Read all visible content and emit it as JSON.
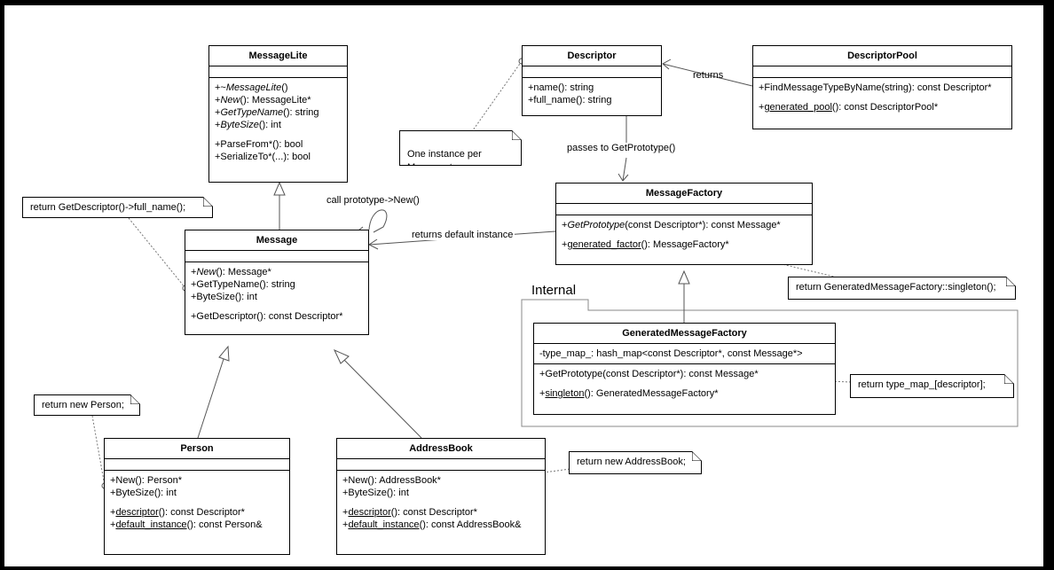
{
  "classes": {
    "message_lite": {
      "name": "MessageLite",
      "ops": [
        [
          {
            "t": "+~"
          },
          {
            "t": "MessageLite",
            "s": "i"
          },
          {
            "t": "()"
          }
        ],
        [
          {
            "t": "+"
          },
          {
            "t": "New",
            "s": "i"
          },
          {
            "t": "(): MessageLite*"
          }
        ],
        [
          {
            "t": "+"
          },
          {
            "t": "GetTypeName",
            "s": "i"
          },
          {
            "t": "(): string"
          }
        ],
        [
          {
            "t": "+"
          },
          {
            "t": "ByteSize",
            "s": "i"
          },
          {
            "t": "(): int"
          }
        ],
        "gap",
        [
          {
            "t": "+ParseFrom*(): bool"
          }
        ],
        [
          {
            "t": "+SerializeTo*(...): bool"
          }
        ]
      ]
    },
    "descriptor": {
      "name": "Descriptor",
      "ops": [
        [
          {
            "t": "+name(): string"
          }
        ],
        [
          {
            "t": "+full_name(): string"
          }
        ]
      ]
    },
    "descriptor_pool": {
      "name": "DescriptorPool",
      "ops": [
        [
          {
            "t": "+FindMessageTypeByName(string): const Descriptor*"
          }
        ],
        "gap",
        [
          {
            "t": "+"
          },
          {
            "t": "generated_pool",
            "s": "u"
          },
          {
            "t": "(): const DescriptorPool*"
          }
        ]
      ]
    },
    "message_factory": {
      "name": "MessageFactory",
      "ops": [
        [
          {
            "t": "+"
          },
          {
            "t": "GetPrototype",
            "s": "i"
          },
          {
            "t": "(const Descriptor*): const Message*"
          }
        ],
        "gap",
        [
          {
            "t": "+"
          },
          {
            "t": "generated_factor",
            "s": "u"
          },
          {
            "t": "(): MessageFactory*"
          }
        ]
      ]
    },
    "message": {
      "name": "Message",
      "ops": [
        [
          {
            "t": "+"
          },
          {
            "t": "New",
            "s": "i"
          },
          {
            "t": "(): Message*"
          }
        ],
        [
          {
            "t": "+GetTypeName(): string"
          }
        ],
        [
          {
            "t": "+ByteSize(): int"
          }
        ],
        "gap",
        [
          {
            "t": "+GetDescriptor(): const Descriptor*"
          }
        ]
      ]
    },
    "generated_message_factory": {
      "name": "GeneratedMessageFactory",
      "attrs": [
        [
          {
            "t": "-type_map_: hash_map<const Descriptor*, const Message*>"
          }
        ]
      ],
      "ops": [
        [
          {
            "t": "+GetPrototype(const Descriptor*): const Message*"
          }
        ],
        "gap",
        [
          {
            "t": "+"
          },
          {
            "t": "singleton",
            "s": "u"
          },
          {
            "t": "(): GeneratedMessageFactory*"
          }
        ]
      ]
    },
    "person": {
      "name": "Person",
      "ops": [
        [
          {
            "t": "+New(): Person*"
          }
        ],
        [
          {
            "t": "+ByteSize(): int"
          }
        ],
        "gap",
        [
          {
            "t": "+"
          },
          {
            "t": "descriptor",
            "s": "u"
          },
          {
            "t": "(): const Descriptor*"
          }
        ],
        [
          {
            "t": "+"
          },
          {
            "t": "default_instance",
            "s": "u"
          },
          {
            "t": "(): const Person&"
          }
        ]
      ]
    },
    "address_book": {
      "name": "AddressBook",
      "ops": [
        [
          {
            "t": "+New(): AddressBook*"
          }
        ],
        [
          {
            "t": "+ByteSize(): int"
          }
        ],
        "gap",
        [
          {
            "t": "+"
          },
          {
            "t": "descriptor",
            "s": "u"
          },
          {
            "t": "(): const Descriptor*"
          }
        ],
        [
          {
            "t": "+"
          },
          {
            "t": "default_instance",
            "s": "u"
          },
          {
            "t": "(): const AddressBook&"
          }
        ]
      ]
    }
  },
  "notes": {
    "one_instance": "One instance per\nMessage type",
    "get_descriptor": "return GetDescriptor()->full_name();",
    "singleton": "return GeneratedMessageFactory::singleton();",
    "type_map": "return type_map_[descriptor];",
    "new_person": "return new Person;",
    "new_address_book": "return new AddressBook;"
  },
  "labels": {
    "returns": "returns",
    "passes_to": "passes to GetPrototype()",
    "call_prototype": "call prototype->New()",
    "returns_default": "returns default instance"
  },
  "package": {
    "name": "Internal"
  }
}
